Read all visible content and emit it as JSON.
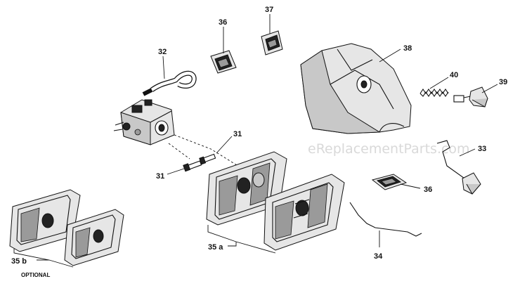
{
  "watermark": "eReplacementParts.com",
  "labels": {
    "p31_upper": "31",
    "p31_lower": "31",
    "p32": "32",
    "p33": "33",
    "p34": "34",
    "p35a": "35 a",
    "p35b": "35 b",
    "p36_upper": "36",
    "p36_lower": "36",
    "p37": "37",
    "p38": "38",
    "p39": "39",
    "p40": "40",
    "optional": "OPTIONAL"
  }
}
